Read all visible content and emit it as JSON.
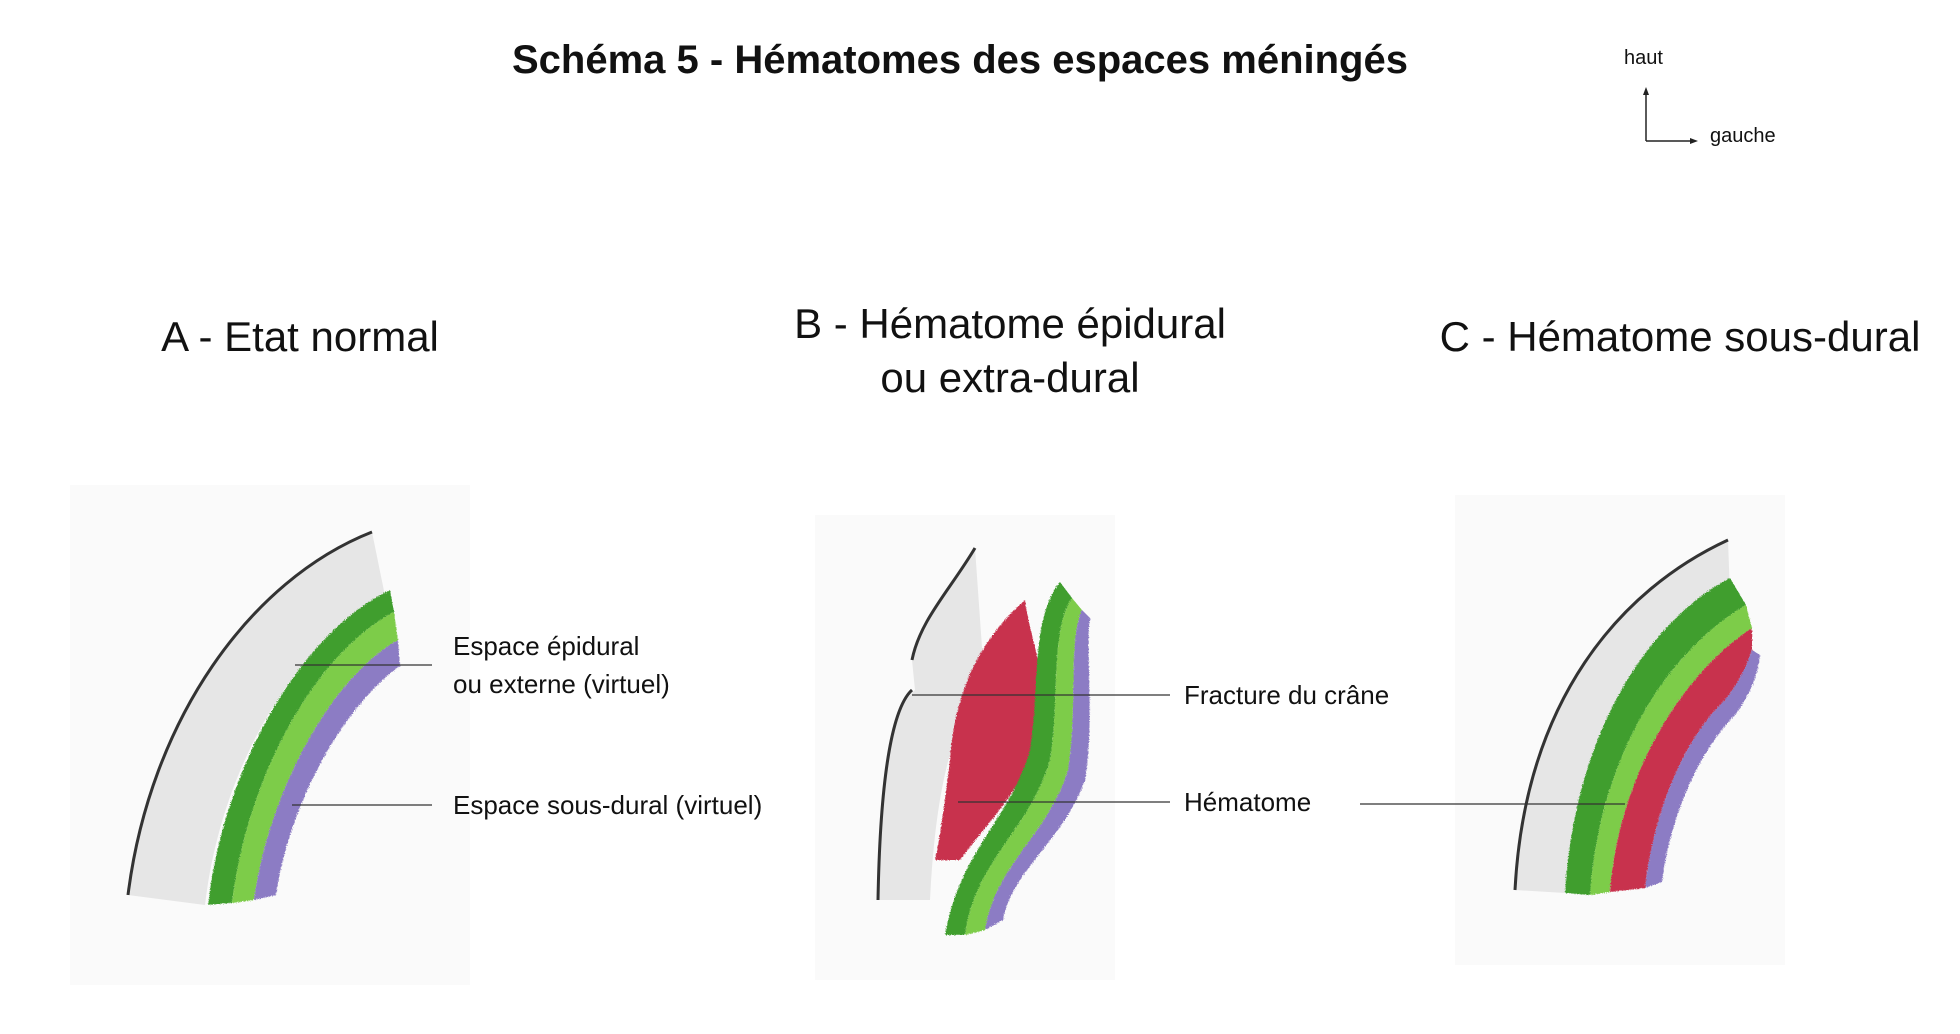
{
  "title": "Schéma 5 - Hématomes des espaces méningés",
  "orientation": {
    "up": "haut",
    "left": "gauche"
  },
  "panels": [
    {
      "title": "A - Etat normal",
      "labels": [
        "Espace épidural",
        "ou externe (virtuel)",
        "Espace sous-dural (virtuel)"
      ]
    },
    {
      "title_line1": "B - Hématome épidural",
      "title_line2": "ou extra-dural",
      "labels": [
        "Fracture du crâne",
        "Hématome"
      ]
    },
    {
      "title": "C - Hématome sous-dural"
    }
  ],
  "colors": {
    "skull": "#e4e4e4",
    "dura": "#3f9e2e",
    "arachnoid": "#7dcc4a",
    "pia": "#8c7bc4",
    "hematoma": "#c8334e",
    "outline": "#333333"
  }
}
